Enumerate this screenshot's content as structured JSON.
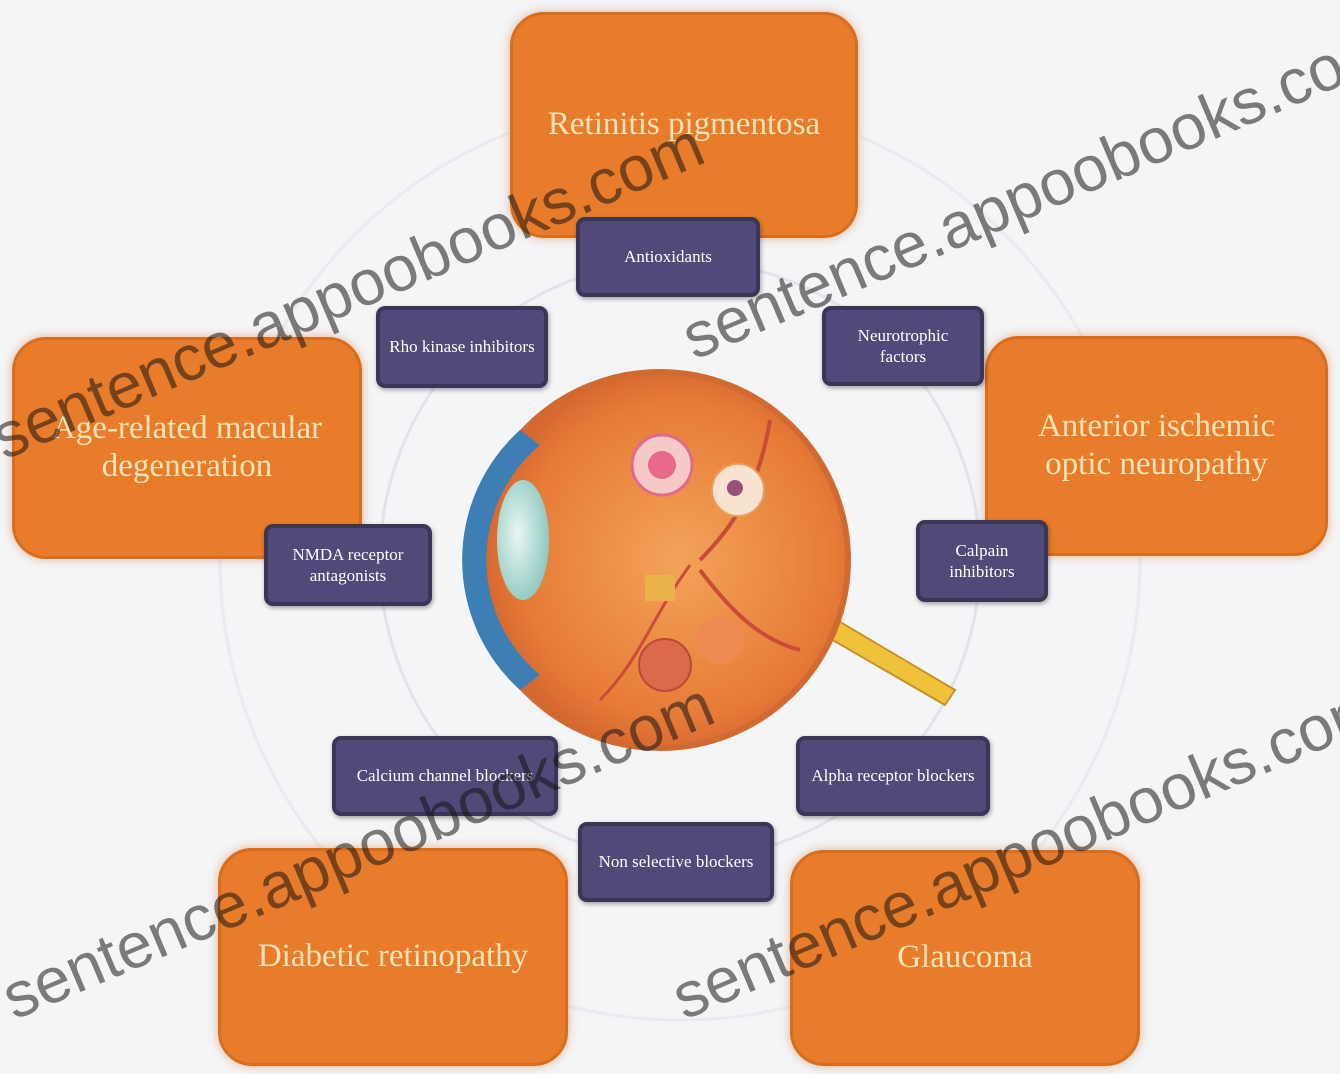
{
  "diseases": {
    "retinitis": "Retinitis pigmentosa",
    "amd": "Age-related macular degeneration",
    "aion": "Anterior ischemic optic neuropathy",
    "diabetic": "Diabetic retinopathy",
    "glaucoma": "Glaucoma"
  },
  "drugs": {
    "antioxidants": "Antioxidants",
    "rho_kinase": "Rho kinase inhibitors",
    "neurotrophic": "Neurotrophic factors",
    "nmda": "NMDA receptor antagonists",
    "calpain": "Calpain inhibitors",
    "calcium": "Calcium channel blockers",
    "alpha": "Alpha receptor blockers",
    "non_selective": "Non selective blockers"
  },
  "watermark": "sentence.appoobooks.com",
  "colors": {
    "disease_box": "#e87c2a",
    "disease_text": "#f3e4b8",
    "drug_box": "#4f4a78",
    "background": "#f4f5f7"
  }
}
